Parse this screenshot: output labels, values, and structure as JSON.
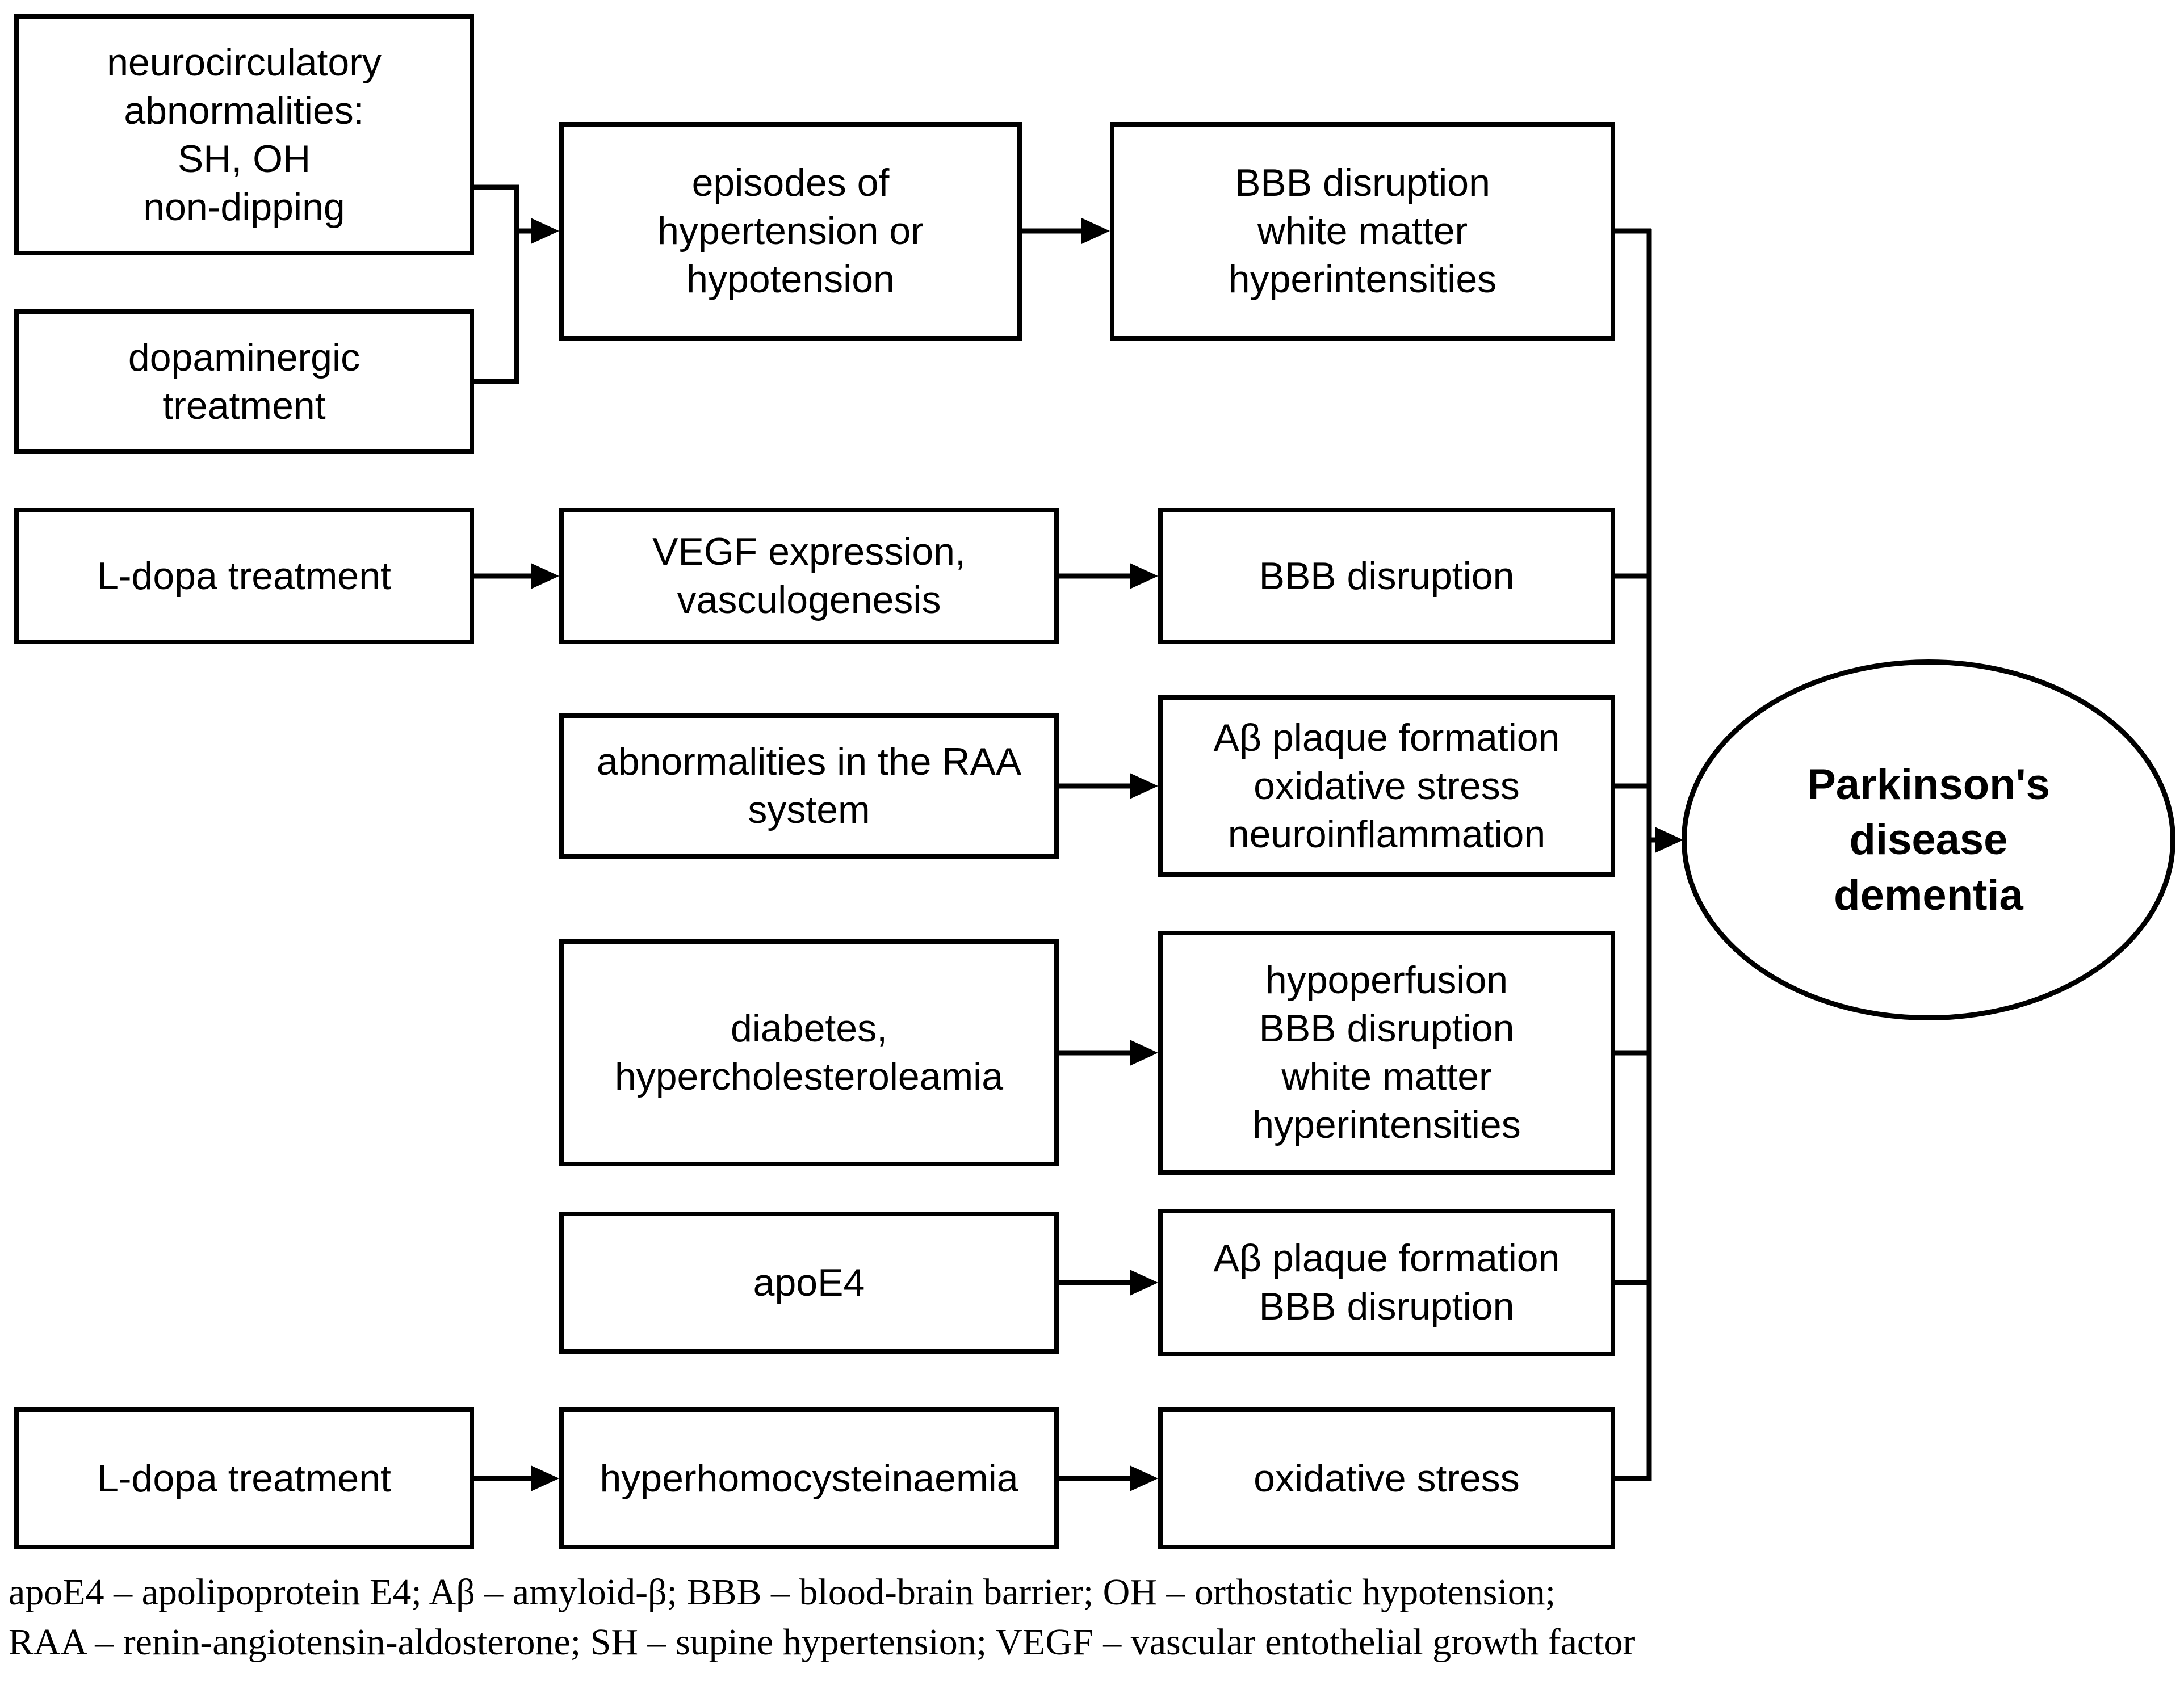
{
  "diagram": {
    "type": "flowchart",
    "nodes": {
      "neuro_abnormalities": {
        "label": "neurocirculatory\nabnormalities:\nSH, OH\nnon-dipping"
      },
      "dopaminergic_treatment": {
        "label": "dopaminergic\ntreatment"
      },
      "episodes_hypertension": {
        "label": "episodes of\nhypertension or\nhypotension"
      },
      "bbb_disruption_wmh": {
        "label": "BBB disruption\nwhite matter\nhyperintensities"
      },
      "ldopa_treatment_1": {
        "label": "L-dopa treatment"
      },
      "vegf_expression": {
        "label": "VEGF expression,\nvasculogenesis"
      },
      "bbb_disruption": {
        "label": "BBB disruption"
      },
      "raa_abnormalities": {
        "label": "abnormalities in the RAA\nsystem"
      },
      "abeta_oxidative_neuroinflammation": {
        "label": "Aβ plaque formation\noxidative stress\nneuroinflammation"
      },
      "diabetes_hypercholesteroleamia": {
        "label": "diabetes,\nhypercholesteroleamia"
      },
      "hypoperfusion_bbb_wmh": {
        "label": "hypoperfusion\nBBB disruption\nwhite matter\nhyperintensities"
      },
      "apoe4": {
        "label": "apoE4"
      },
      "abeta_bbb_disruption": {
        "label": "Aβ plaque formation\nBBB disruption"
      },
      "ldopa_treatment_2": {
        "label": "L-dopa treatment"
      },
      "hyperhomocysteinaemia": {
        "label": "hyperhomocysteinaemia"
      },
      "oxidative_stress": {
        "label": "oxidative stress"
      },
      "outcome": {
        "label": "Parkinson's\ndisease\ndementia"
      }
    },
    "footer": {
      "line1": "apoE4 – apolipoprotein E4; Aβ – amyloid-β; BBB – blood-brain barrier; OH – orthostatic hypotension;",
      "line2": "RAA – renin-angiotensin-aldosterone; SH – supine hypertension; VEGF – vascular entothelial growth factor"
    },
    "colors": {
      "line": "#000000",
      "background": "#ffffff",
      "text": "#000000"
    }
  }
}
